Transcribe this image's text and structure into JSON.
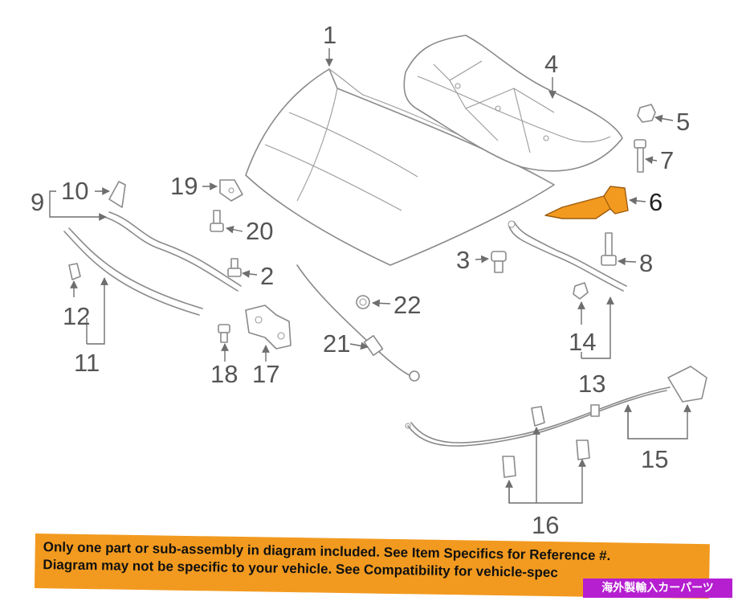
{
  "diagram": {
    "callouts": [
      {
        "id": "c1",
        "label": "1"
      },
      {
        "id": "c2",
        "label": "2"
      },
      {
        "id": "c3",
        "label": "3"
      },
      {
        "id": "c4",
        "label": "4"
      },
      {
        "id": "c5",
        "label": "5"
      },
      {
        "id": "c6",
        "label": "6",
        "highlighted": true
      },
      {
        "id": "c7",
        "label": "7"
      },
      {
        "id": "c8",
        "label": "8"
      },
      {
        "id": "c9",
        "label": "9"
      },
      {
        "id": "c10",
        "label": "10"
      },
      {
        "id": "c11",
        "label": "11"
      },
      {
        "id": "c12",
        "label": "12"
      },
      {
        "id": "c13",
        "label": "13"
      },
      {
        "id": "c14",
        "label": "14"
      },
      {
        "id": "c15",
        "label": "15"
      },
      {
        "id": "c16",
        "label": "16"
      },
      {
        "id": "c17",
        "label": "17"
      },
      {
        "id": "c18",
        "label": "18"
      },
      {
        "id": "c19",
        "label": "19"
      },
      {
        "id": "c20",
        "label": "20"
      },
      {
        "id": "c21",
        "label": "21"
      },
      {
        "id": "c22",
        "label": "22"
      }
    ],
    "highlight_color": "#f29a1f",
    "line_color": "#8a8a8a"
  },
  "disclaimer": {
    "line1": "Only one part or sub-assembly in diagram included. See Item Specifics for Reference #.",
    "line2": "Diagram may not be specific to your vehicle. See Compatibility for vehicle-spec",
    "background": "#f29a1f"
  },
  "watermark": {
    "text": "海外製輸入カーパーツ",
    "background": "#b51fd0"
  }
}
